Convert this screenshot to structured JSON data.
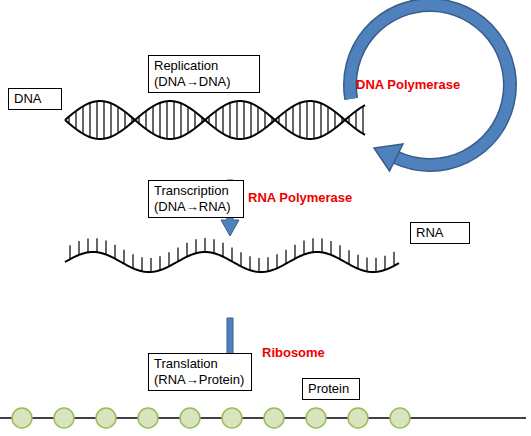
{
  "diagram": {
    "nodes": [
      {
        "text": [
          "Replication (DNA→DNA)"
        ]
      },
      {
        "text": [
          "DNA"
        ]
      },
      {
        "text": [
          "Transcription (DNA→RNA)"
        ]
      },
      {
        "text": [
          "RNA"
        ]
      },
      {
        "text": [
          "Translation (RNA→Protein)"
        ]
      },
      {
        "text": [
          "Protein"
        ]
      }
    ],
    "labels": [
      "DNA Polymerase",
      "RNA Polymerase",
      "Ribosome"
    ]
  }
}
